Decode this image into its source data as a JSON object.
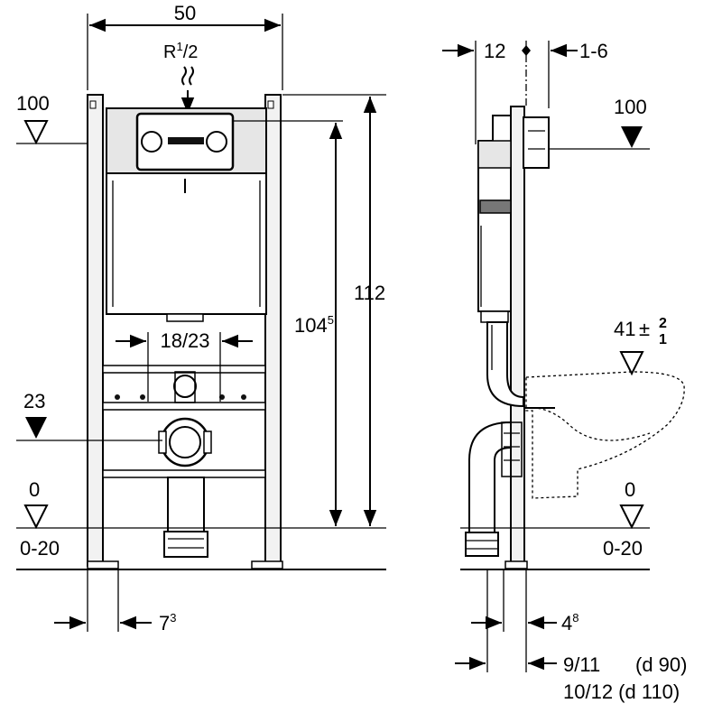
{
  "front_view": {
    "width_label": "50",
    "supply_label_base": "R",
    "supply_label_sup": "1",
    "supply_label_sub": "/2",
    "height_total_label": "112",
    "height_flush_base": "104",
    "height_flush_sup": "5",
    "spacing_label": "18/23",
    "level_100_label": "100",
    "level_23_label": "23",
    "level_0_label": "0",
    "floor_range_label": "0-20",
    "foot_offset_base": "7",
    "foot_offset_sup": "3"
  },
  "side_view": {
    "depth_label": "12",
    "wall_gap_label": "1-6",
    "level_100_label": "100",
    "bowl_height_base": "41",
    "bowl_height_pm": "±",
    "bowl_height_upper": "2",
    "bowl_height_lower": "1",
    "level_0_label": "0",
    "floor_range_label": "0-20",
    "pipe_offset_base": "4",
    "pipe_offset_sup": "8",
    "offset_d90_label": "9/11",
    "d90_label": "(d 90)",
    "offset_d110_label": "10/12 (d 110)"
  }
}
